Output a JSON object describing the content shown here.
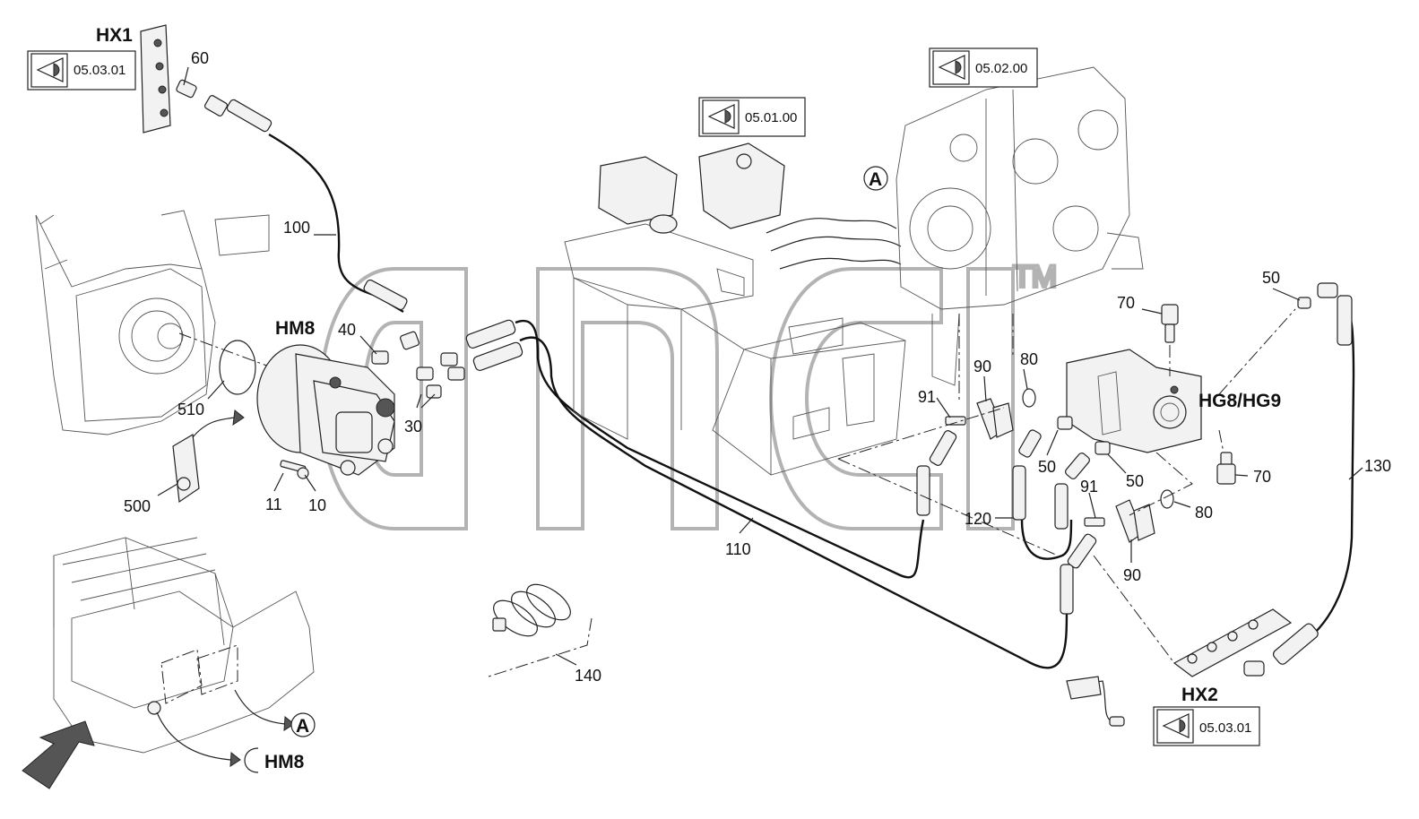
{
  "watermark": {
    "text": "anc",
    "tm": "TM"
  },
  "callouts": {
    "hx1": "HX1",
    "hx2": "HX2",
    "hm8": "HM8",
    "hm8_ref": "HM8",
    "hg8_hg9": "HG8/HG9",
    "a_marker": "A",
    "a_marker_bottom": "A"
  },
  "view_refs": [
    {
      "id": "hx1",
      "text": "05.03.01"
    },
    {
      "id": "main",
      "text": "05.01.00"
    },
    {
      "id": "engine",
      "text": "05.02.00"
    },
    {
      "id": "hx2",
      "text": "05.03.01"
    }
  ],
  "part_numbers": {
    "p60": "60",
    "p100": "100",
    "p40": "40",
    "p30": "30",
    "p510": "510",
    "p500": "500",
    "p11": "11",
    "p10": "10",
    "p110": "110",
    "p140": "140",
    "p90a": "90",
    "p80a": "80",
    "p91a": "91",
    "p70a": "70",
    "p50a": "50",
    "p50b": "50",
    "p50c": "50",
    "p120": "120",
    "p91b": "91",
    "p90b": "90",
    "p80b": "80",
    "p70b": "70",
    "p130": "130"
  }
}
